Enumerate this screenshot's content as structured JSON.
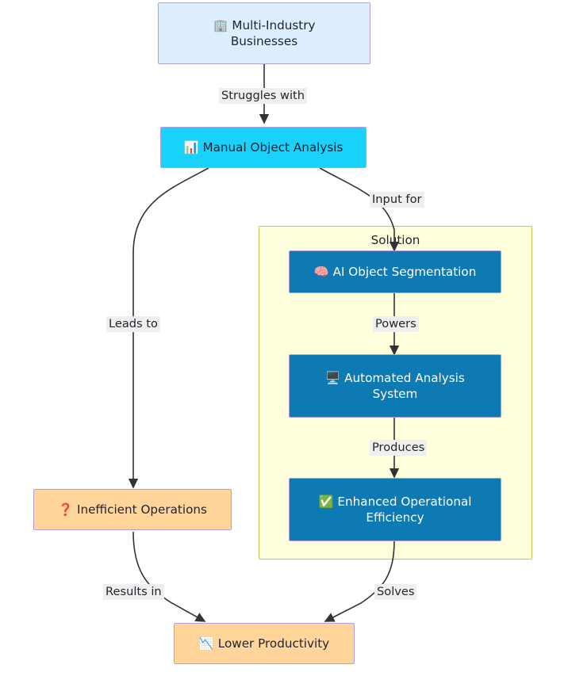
{
  "diagram": {
    "type": "flowchart",
    "direction": "top-to-bottom",
    "title": ""
  },
  "subgraph": {
    "title": "Solution",
    "background_color": "#ffffdd",
    "border_color": "#c8c85a"
  },
  "nodes": [
    {
      "id": "multi-industry-businesses",
      "icon": "🏢",
      "icon_name": "office-building-icon",
      "label": "Multi-Industry Businesses",
      "line1": "Multi-Industry",
      "line2": "Businesses",
      "fill": "#ddeeff",
      "stroke": "#b39ddb",
      "text_color": "#1f2430"
    },
    {
      "id": "manual-object-analysis",
      "icon": "📊",
      "icon_name": "bar-chart-icon",
      "label": "Manual Object Analysis",
      "line1": "Manual Object Analysis",
      "line2": "",
      "fill": "#18d2fb",
      "stroke": "#b39ddb",
      "text_color": "#10202c"
    },
    {
      "id": "ai-object-segmentation",
      "icon": "🧠",
      "icon_name": "brain-icon",
      "label": "AI Object Segmentation",
      "line1": "AI Object Segmentation",
      "line2": "",
      "fill": "#0e7ab4",
      "stroke": "#b39ddb",
      "text_color": "#ffffff"
    },
    {
      "id": "automated-analysis-system",
      "icon": "🖥️",
      "icon_name": "desktop-computer-icon",
      "label": "Automated Analysis System",
      "line1": "Automated Analysis",
      "line2": "System",
      "fill": "#0e7ab4",
      "stroke": "#b39ddb",
      "text_color": "#ffffff"
    },
    {
      "id": "enhanced-operational-efficiency",
      "icon": "✅",
      "icon_name": "check-mark-button-icon",
      "label": "Enhanced Operational Efficiency",
      "line1": "Enhanced Operational",
      "line2": "Efficiency",
      "fill": "#0e7ab4",
      "stroke": "#b39ddb",
      "text_color": "#ffffff"
    },
    {
      "id": "inefficient-operations",
      "icon": "❓",
      "icon_name": "question-mark-icon",
      "label": "Inefficient Operations",
      "line1": "Inefficient Operations",
      "line2": "",
      "fill": "#ffd59b",
      "stroke": "#b39ddb",
      "text_color": "#1f2430"
    },
    {
      "id": "lower-productivity",
      "icon": "📉",
      "icon_name": "chart-decreasing-icon",
      "label": "Lower Productivity",
      "line1": "Lower Productivity",
      "line2": "",
      "fill": "#ffd59b",
      "stroke": "#b39ddb",
      "text_color": "#1f2430"
    }
  ],
  "edges": [
    {
      "id": "e1",
      "from": "multi-industry-businesses",
      "to": "manual-object-analysis",
      "label": "Struggles with"
    },
    {
      "id": "e2",
      "from": "manual-object-analysis",
      "to": "ai-object-segmentation",
      "label": "Input for"
    },
    {
      "id": "e3",
      "from": "manual-object-analysis",
      "to": "inefficient-operations",
      "label": "Leads to"
    },
    {
      "id": "e4",
      "from": "ai-object-segmentation",
      "to": "automated-analysis-system",
      "label": "Powers"
    },
    {
      "id": "e5",
      "from": "automated-analysis-system",
      "to": "enhanced-operational-efficiency",
      "label": "Produces"
    },
    {
      "id": "e6",
      "from": "inefficient-operations",
      "to": "lower-productivity",
      "label": "Results in"
    },
    {
      "id": "e7",
      "from": "enhanced-operational-efficiency",
      "to": "lower-productivity",
      "label": "Solves"
    }
  ],
  "edge_labels": {
    "struggles_with": "Struggles with",
    "input_for": "Input for",
    "leads_to": "Leads to",
    "powers": "Powers",
    "produces": "Produces",
    "results_in": "Results in",
    "solves": "Solves"
  },
  "colors": {
    "edge_stroke": "#333333",
    "edge_label_bg": "#efefef",
    "node_border": "#b39ddb",
    "start_fill": "#ddeeff",
    "problem_fill": "#18d2fb",
    "solution_fill": "#0e7ab4",
    "bad_fill": "#ffd59b",
    "subgraph_fill": "#ffffdd",
    "subgraph_border": "#c8c85a"
  }
}
